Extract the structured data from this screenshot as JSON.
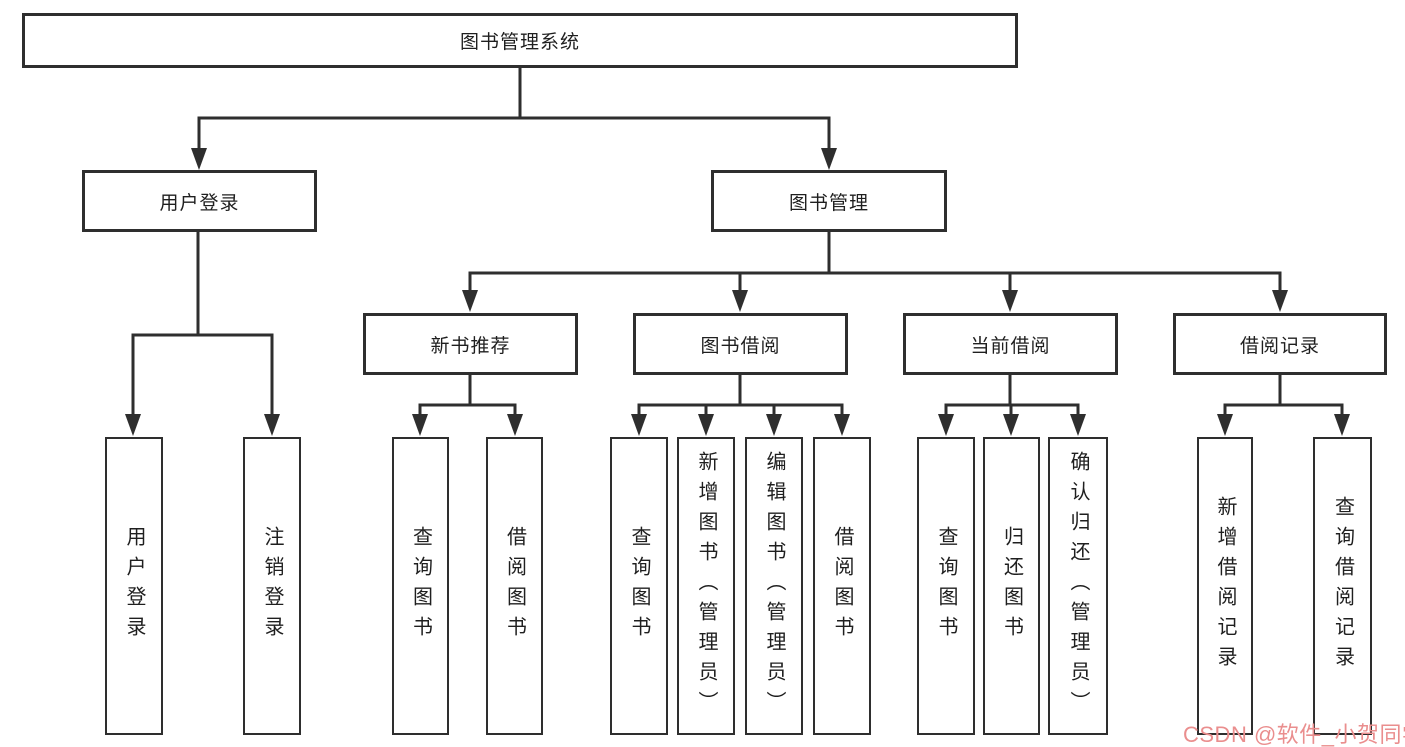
{
  "tree": {
    "label": "图书管理系统",
    "children": [
      {
        "label": "用户登录",
        "children": [
          {
            "label": "用户登录"
          },
          {
            "label": "注销登录"
          }
        ]
      },
      {
        "label": "图书管理",
        "children": [
          {
            "label": "新书推荐",
            "children": [
              {
                "label": "查询图书"
              },
              {
                "label": "借阅图书"
              }
            ]
          },
          {
            "label": "图书借阅",
            "children": [
              {
                "label": "查询图书"
              },
              {
                "label": "新增图书（管理员）"
              },
              {
                "label": "编辑图书（管理员）"
              },
              {
                "label": "借阅图书"
              }
            ]
          },
          {
            "label": "当前借阅",
            "children": [
              {
                "label": "查询图书"
              },
              {
                "label": "归还图书"
              },
              {
                "label": "确认归还（管理员）"
              }
            ]
          },
          {
            "label": "借阅记录",
            "children": [
              {
                "label": "新增借阅记录"
              },
              {
                "label": "查询借阅记录"
              }
            ]
          }
        ]
      }
    ]
  },
  "watermark": {
    "text": "CSDN @软件_小贺同学"
  },
  "colors": {
    "line": "#2e2e2e",
    "text": "#1f1f1f",
    "watermark": "#ea8e8e",
    "background": "#ffffff"
  }
}
